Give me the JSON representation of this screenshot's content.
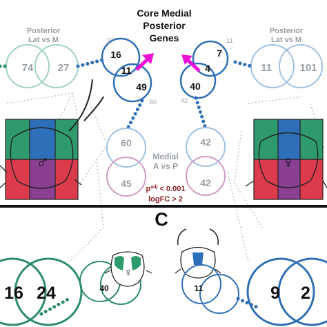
{
  "title": {
    "line1": "Core Medial",
    "line2": "Posterior",
    "line3": "Genes"
  },
  "posterior_left": {
    "label1": "Posterior",
    "label2": "Lat vs M",
    "a": "74",
    "b": "27"
  },
  "posterior_right": {
    "label1": "Posterior",
    "label2": "Lat vs M",
    "a": "11",
    "b": "101"
  },
  "core_left": {
    "small_top": "27",
    "small_bottom": "60",
    "a": "16",
    "overlap": "11",
    "b": "49"
  },
  "core_right": {
    "small_top": "11",
    "small_bottom": "42",
    "a": "7",
    "overlap": "4",
    "b": "40"
  },
  "medial_left": {
    "top": "60",
    "bottom": "45"
  },
  "medial_right": {
    "top": "42",
    "bottom": "42"
  },
  "medial_label": {
    "line1": "Medial",
    "line2": "A vs P"
  },
  "stats": {
    "line1": "p",
    "line1_sup": "adj",
    "line1_rest": " < 0.001",
    "line2": "logFC > 2"
  },
  "panel_letter": "C",
  "bottom": {
    "left_a": "16",
    "left_b": "24",
    "left_small": "40",
    "right_small": "11",
    "right_a": "9",
    "right_b": "2"
  },
  "symbols": {
    "male": "♂",
    "female": "♀"
  },
  "colors": {
    "blue": "#2f6fb5",
    "teal": "#2c8c6c",
    "light_teal": "#9fd2bf",
    "light_blue": "#9fc0e0",
    "pink": "#cf9ac4",
    "grid_green": "#2e9a6d",
    "grid_blue": "#2d6fb8",
    "grid_red": "#dc3b4c",
    "grid_purple": "#8a3f93",
    "magenta": "#ee10d6",
    "stats_red": "#8b2323",
    "gray_text": "#9aa0a6"
  }
}
